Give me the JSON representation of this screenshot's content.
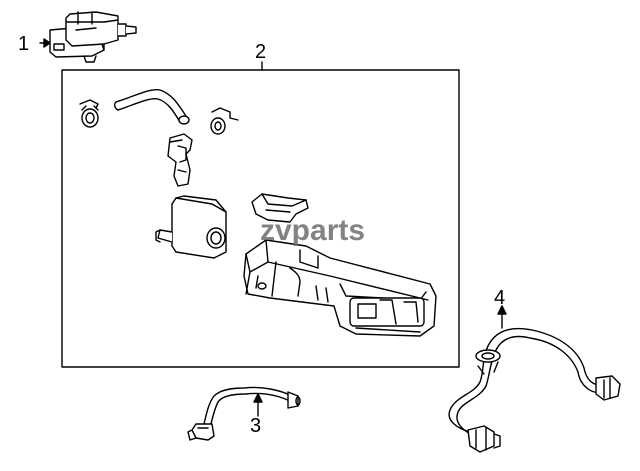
{
  "callouts": {
    "part_1": "1",
    "part_2": "2",
    "part_3": "3",
    "part_4": "4"
  },
  "watermark": "zvparts",
  "colors": {
    "line": "#000000",
    "background": "#ffffff",
    "watermark": "#6e6e6e"
  }
}
